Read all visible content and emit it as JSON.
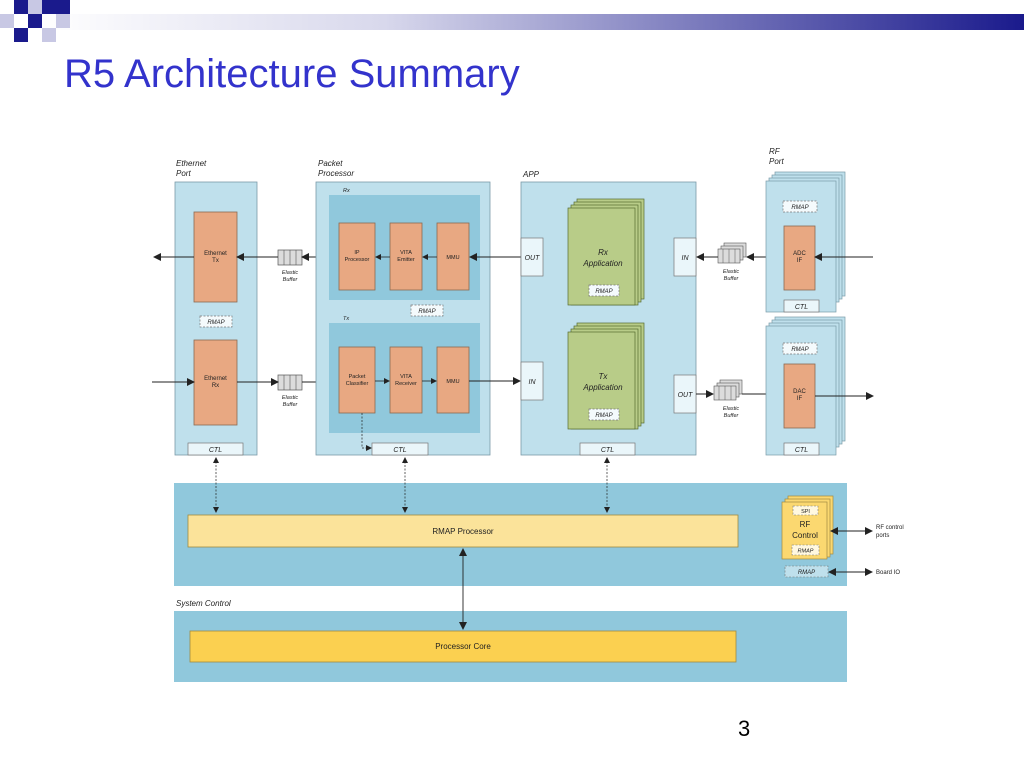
{
  "slide": {
    "title": "R5 Architecture Summary",
    "page_number": "3"
  },
  "colors": {
    "title_blue": "#3333cc",
    "panel_light": "#bfe0ec",
    "panel_mid": "#90c8dc",
    "block_orange": "#e8a882",
    "block_green": "#b8cc88",
    "block_yellow": "#fbd870",
    "header_navy": "#1a1a8c"
  },
  "ethernet_port": {
    "label_line1": "Ethernet",
    "label_line2": "Port",
    "tx_line1": "Ethernet",
    "tx_line2": "Tx",
    "rx_line1": "Ethernet",
    "rx_line2": "Rx",
    "rmap": "RMAP",
    "ctl": "CTL"
  },
  "elastic_buffer": {
    "line1": "Elastic",
    "line2": "Buffer"
  },
  "packet_processor": {
    "label_line1": "Packet",
    "label_line2": "Processor",
    "rx_label": "Rx",
    "tx_label": "Tx",
    "ip_line1": "IP",
    "ip_line2": "Processor",
    "vita_emitter_line1": "VITA",
    "vita_emitter_line2": "Emitter",
    "mmu": "MMU",
    "classifier_line1": "Packet",
    "classifier_line2": "Classifier",
    "vita_receiver_line1": "VITA",
    "vita_receiver_line2": "Receiver",
    "rmap": "RMAP",
    "ctl": "CTL"
  },
  "app": {
    "label": "APP",
    "out": "OUT",
    "in": "IN",
    "rx_app_line1": "Rx",
    "rx_app_line2": "Application",
    "tx_app_line1": "Tx",
    "tx_app_line2": "Application",
    "rmap": "RMAP",
    "ctl": "CTL"
  },
  "rf_port": {
    "label_line1": "RF",
    "label_line2": "Port",
    "rmap": "RMAP",
    "adc_line1": "ADC",
    "adc_line2": "IF",
    "dac_line1": "DAC",
    "dac_line2": "IF",
    "ctl": "CTL"
  },
  "rmap_layer": {
    "processor": "RMAP Processor",
    "spi": "SPI",
    "rf_control_line1": "RF",
    "rf_control_line2": "Control",
    "rf_rmap": "RMAP",
    "board_rmap": "RMAP",
    "rf_ports_line1": "RF control",
    "rf_ports_line2": "ports",
    "board_io": "Board IO"
  },
  "system_control": {
    "label": "System Control",
    "core": "Processor Core"
  }
}
